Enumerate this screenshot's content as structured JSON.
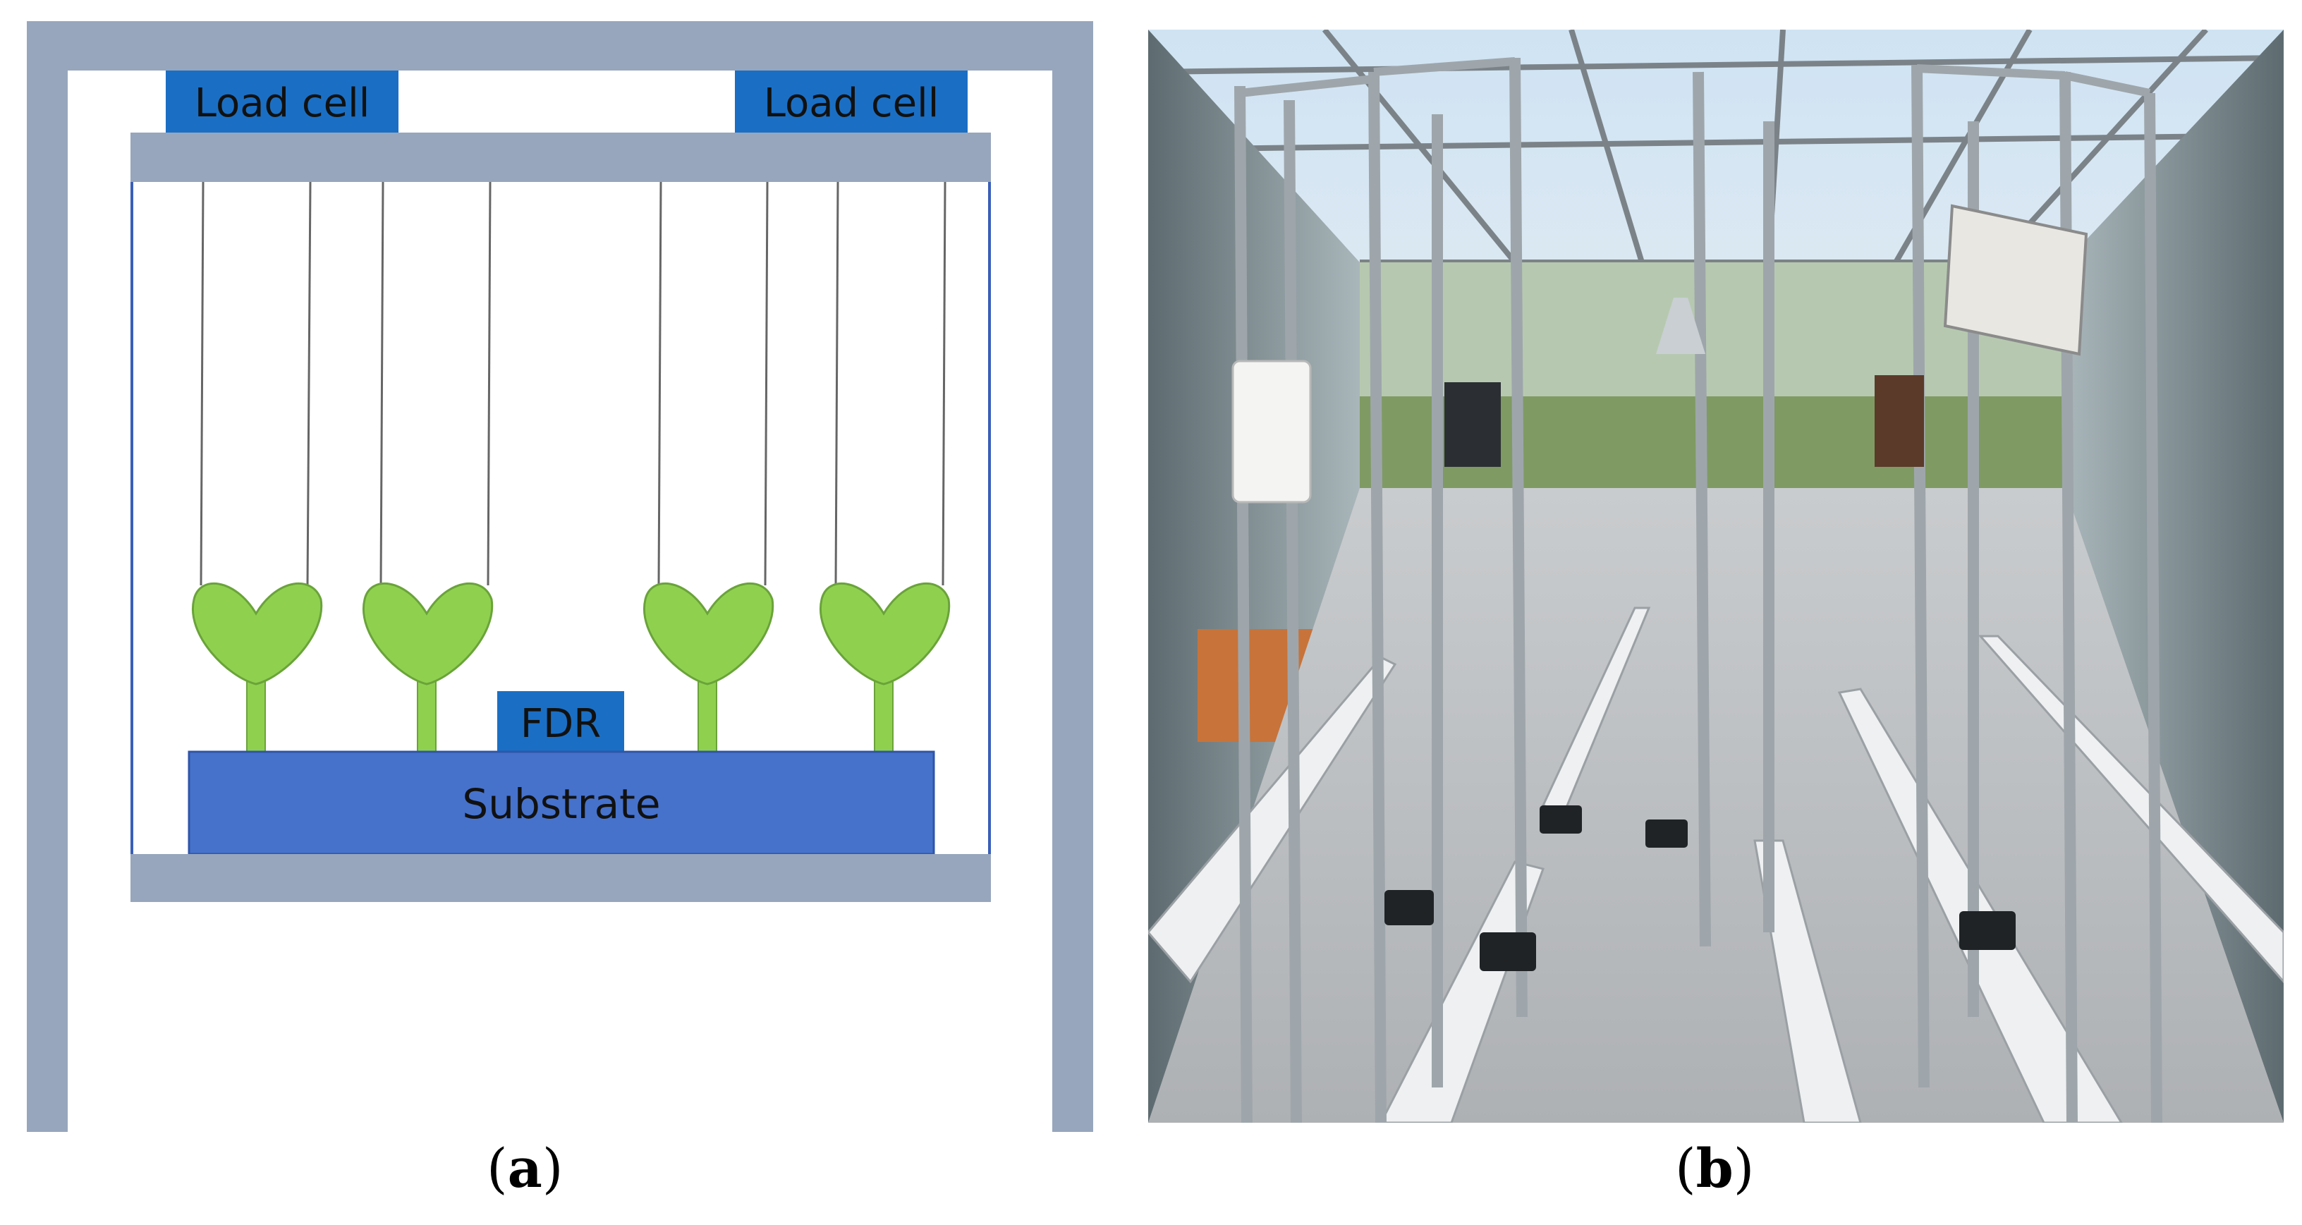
{
  "panel_a": {
    "labels": {
      "load_cell_left": "Load cell",
      "load_cell_right": "Load cell",
      "fdr": "FDR",
      "substrate": "Substrate"
    },
    "caption": {
      "open": "(",
      "letter": "a",
      "close": ")"
    }
  },
  "panel_b": {
    "caption": {
      "open": "(",
      "letter": "b",
      "close": ")"
    }
  },
  "colors": {
    "frame": "#97a6bc",
    "load_cell": "#1a6fc4",
    "substrate": "#4672cc",
    "fdr": "#1a6fc4",
    "plant": "#8fd14f",
    "plant_edge": "#6aa33a"
  }
}
